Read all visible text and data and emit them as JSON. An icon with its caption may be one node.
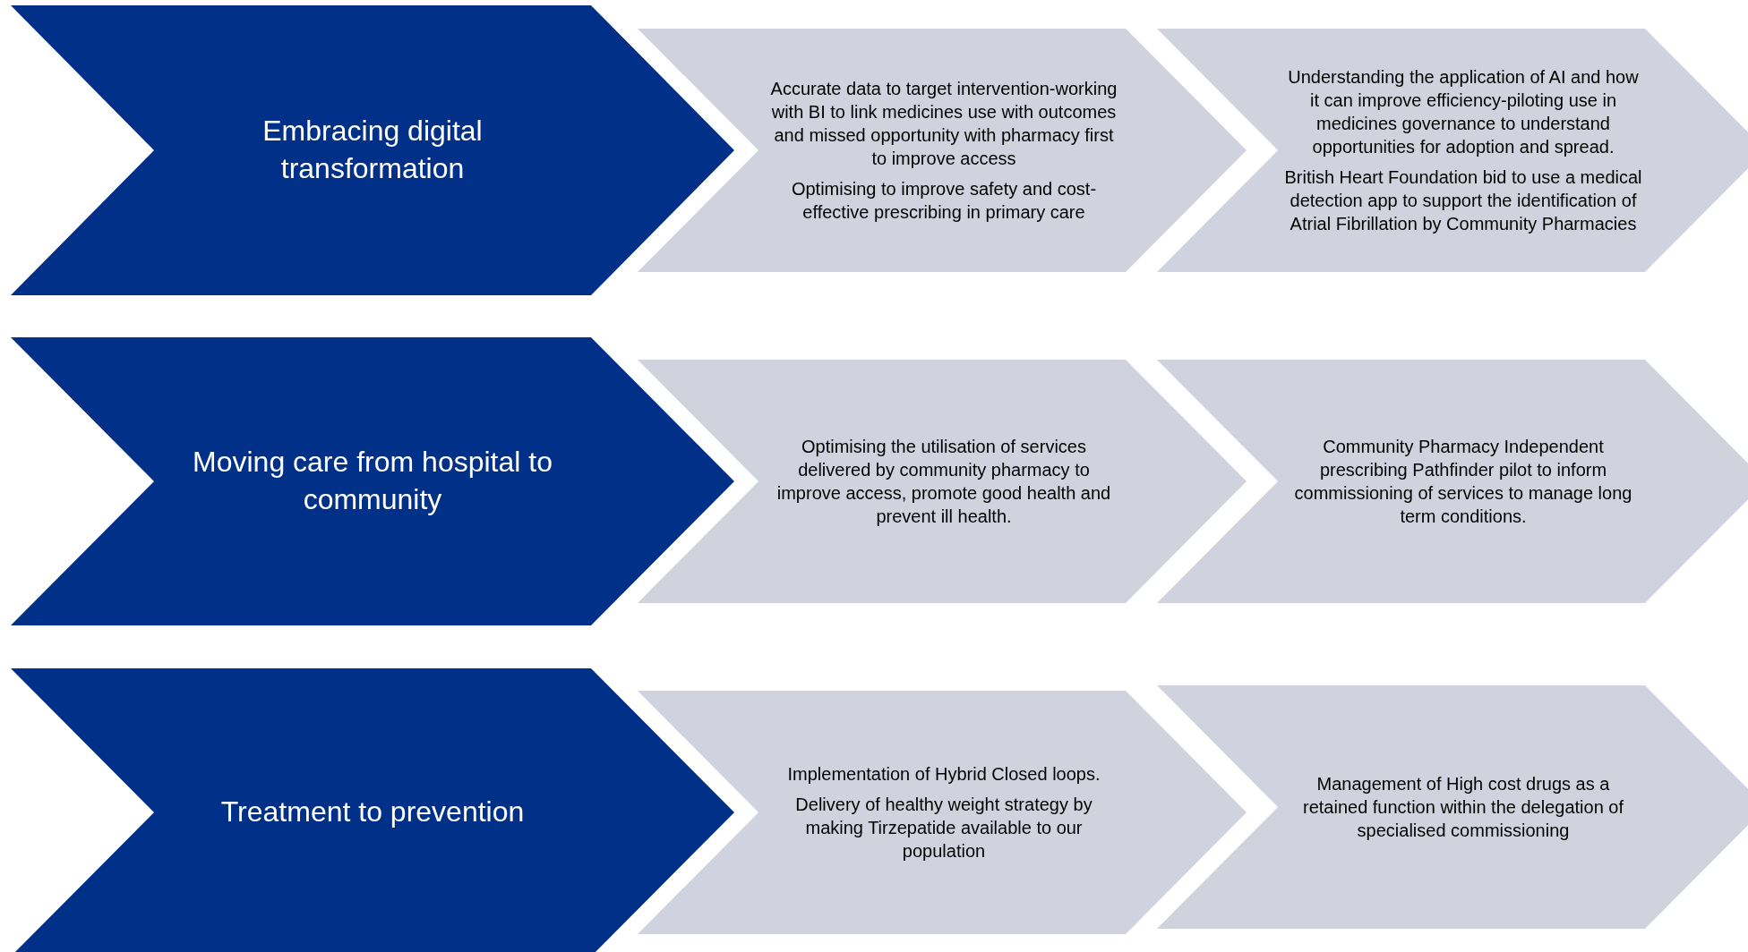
{
  "diagram": {
    "nodes": [
      {
        "text": [
          "Embracing digital transformation"
        ]
      },
      {
        "text": [
          "Accurate data to target intervention-working with BI to link medicines use with outcomes and missed opportunity with pharmacy first to improve access",
          "Optimising to improve safety and cost-effective prescribing in primary care"
        ]
      },
      {
        "text": [
          "Understanding the application of AI and how it can improve efficiency-piloting use in medicines governance to understand opportunities for adoption and spread.",
          "British Heart Foundation bid to use a medical detection app to support the identification  of Atrial Fibrillation by Community Pharmacies"
        ]
      },
      {
        "text": [
          "Moving care from hospital to community"
        ]
      },
      {
        "text": [
          "Optimising the utilisation of services delivered by community pharmacy to improve access, promote good health and prevent ill health."
        ]
      },
      {
        "text": [
          "Community Pharmacy Independent prescribing Pathfinder pilot to inform commissioning of services to manage long term conditions."
        ]
      },
      {
        "text": [
          "Treatment to prevention"
        ]
      },
      {
        "text": [
          "Implementation of Hybrid Closed loops.",
          "Delivery of healthy weight strategy by making Tirzepatide available to our population"
        ]
      },
      {
        "text": [
          "Management of High cost drugs as a retained function within the delegation of specialised commissioning"
        ]
      }
    ]
  }
}
